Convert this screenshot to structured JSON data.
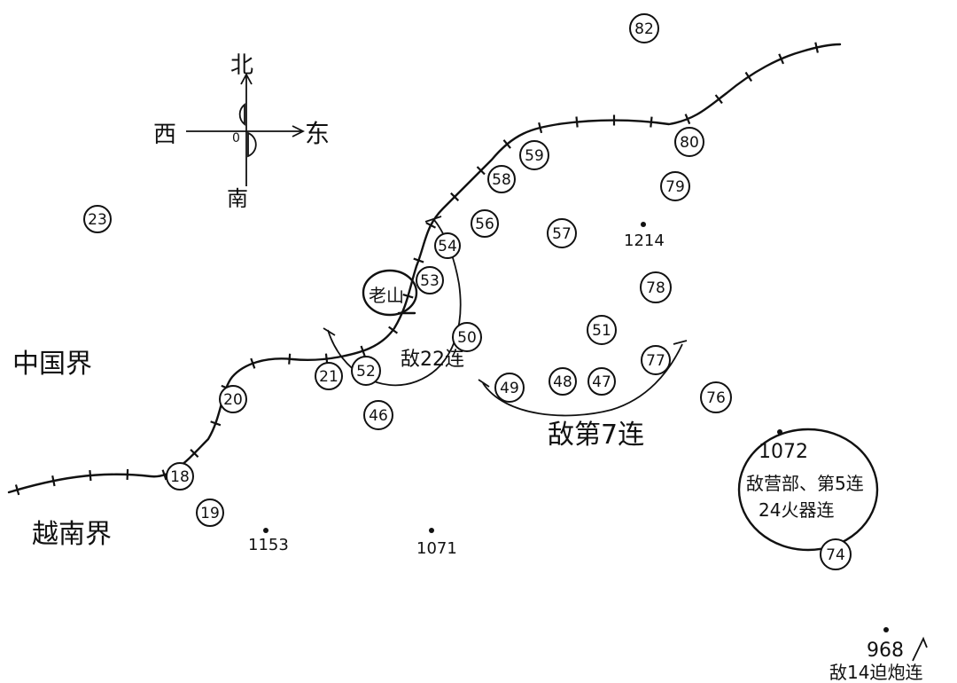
{
  "compass": {
    "north": "北",
    "south": "南",
    "east": "东",
    "west": "西",
    "center": "0"
  },
  "regions": {
    "china": "中国界",
    "vietnam": "越南界"
  },
  "places": {
    "laoshan": "老山"
  },
  "markers": [
    "82",
    "80",
    "79",
    "59",
    "58",
    "56",
    "57",
    "54",
    "53",
    "50",
    "52",
    "21",
    "20",
    "18",
    "19",
    "23",
    "46",
    "49",
    "48",
    "47",
    "51",
    "77",
    "78",
    "76",
    "74"
  ],
  "elevations": {
    "e1214": "1214",
    "e1153": "1153",
    "e1071": "1071",
    "e1072": "1072",
    "e968": "968"
  },
  "units": {
    "enemy_22": "敌22连",
    "enemy_7": "敌第7连",
    "enemy_hq_line1": "敌营部、第5连",
    "enemy_hq_line2": "24火器连",
    "enemy_14": "敌14迫炮连"
  }
}
